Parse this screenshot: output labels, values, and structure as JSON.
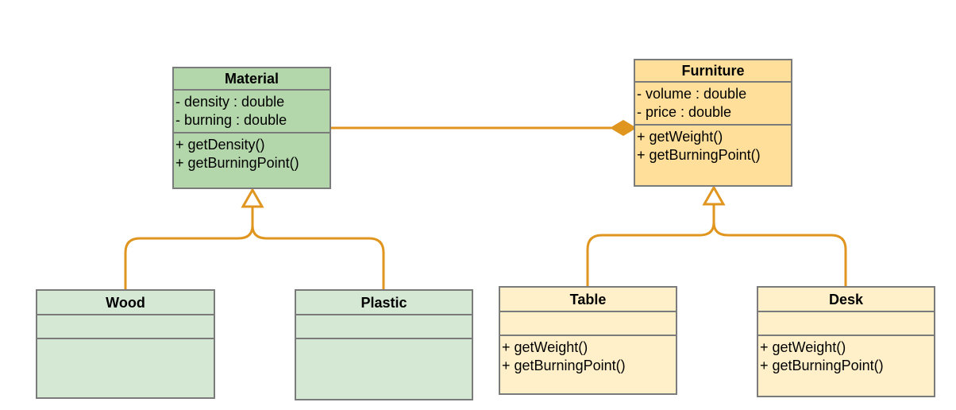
{
  "classes": {
    "material": {
      "name": "Material",
      "attributes": [
        "- density : double",
        "- burning : double"
      ],
      "operations": [
        "+ getDensity()",
        "+ getBurningPoint()"
      ]
    },
    "furniture": {
      "name": "Furniture",
      "attributes": [
        "- volume : double",
        "- price : double"
      ],
      "operations": [
        "+ getWeight()",
        "+ getBurningPoint()"
      ]
    },
    "wood": {
      "name": "Wood",
      "attributes": [],
      "operations": []
    },
    "plastic": {
      "name": "Plastic",
      "attributes": [],
      "operations": []
    },
    "table": {
      "name": "Table",
      "attributes": [],
      "operations": [
        "+ getWeight()",
        "+ getBurningPoint()"
      ]
    },
    "desk": {
      "name": "Desk",
      "attributes": [],
      "operations": [
        "+ getWeight()",
        "+ getBurningPoint()"
      ]
    }
  },
  "relations": [
    {
      "type": "composition",
      "from": "material",
      "to": "furniture"
    },
    {
      "type": "generalization",
      "from": "wood",
      "to": "material"
    },
    {
      "type": "generalization",
      "from": "plastic",
      "to": "material"
    },
    {
      "type": "generalization",
      "from": "table",
      "to": "furniture"
    },
    {
      "type": "generalization",
      "from": "desk",
      "to": "furniture"
    }
  ],
  "colors": {
    "edge": "#e0951e",
    "border": "#7b7b7b",
    "material_fill": "#b3d7ab",
    "material_child_fill": "#d5e8d4",
    "furniture_fill": "#ffdf99",
    "furniture_child_fill": "#fff0c9"
  }
}
